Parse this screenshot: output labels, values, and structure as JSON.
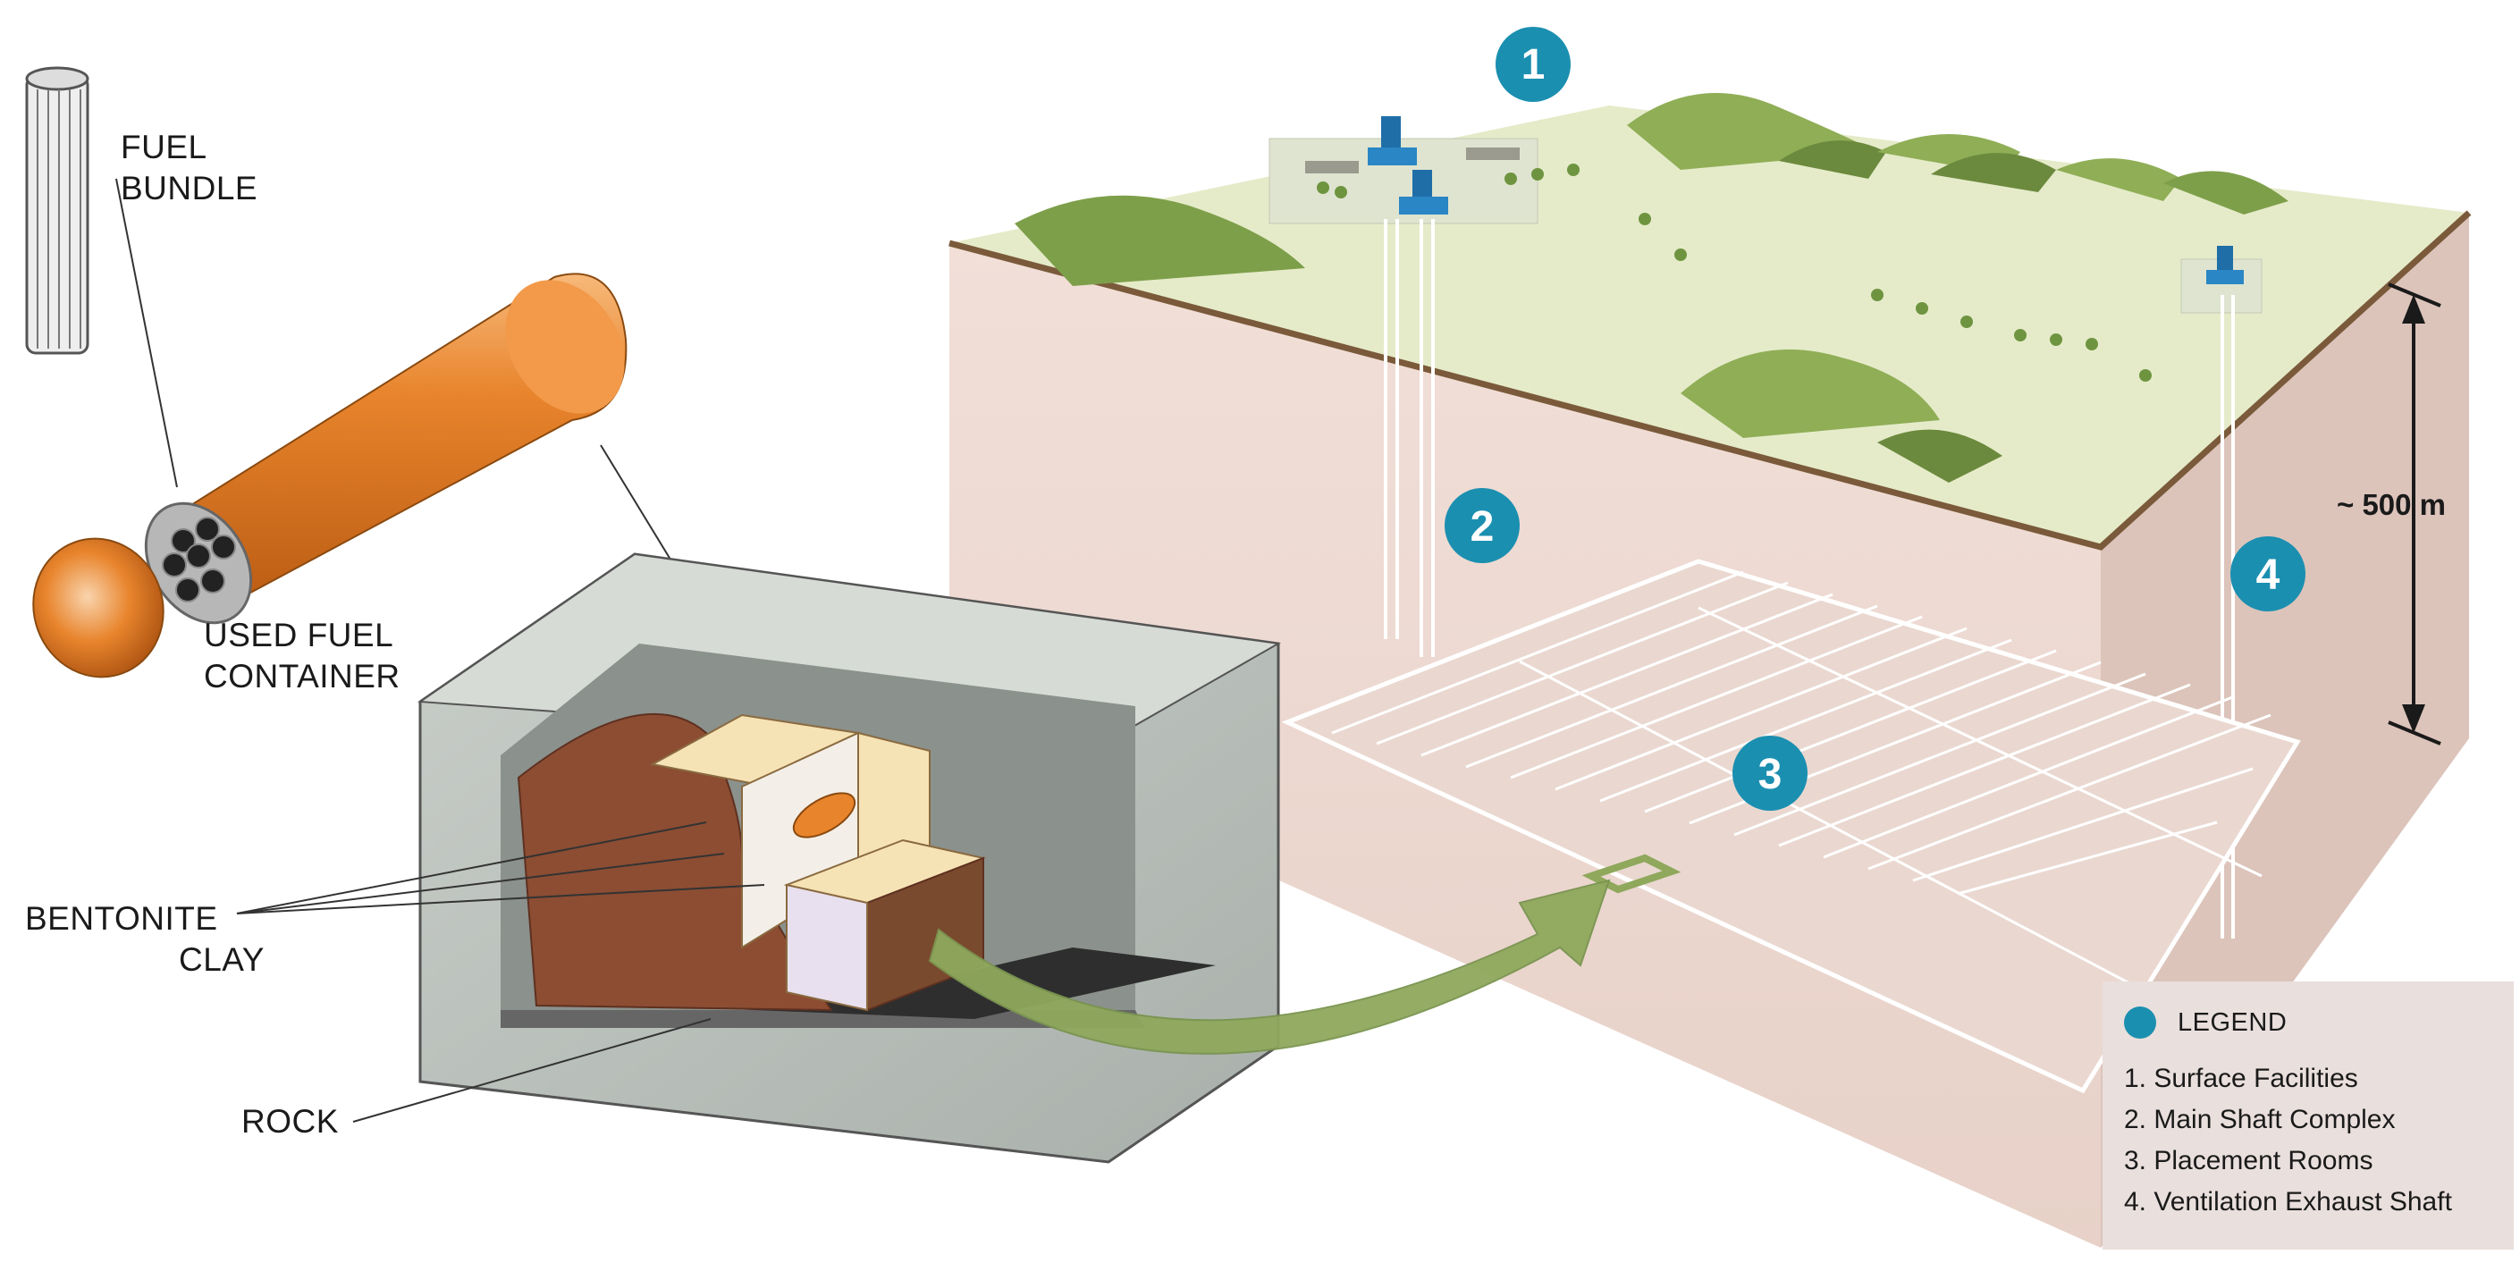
{
  "labels": {
    "fuel_bundle": [
      "FUEL",
      "BUNDLE"
    ],
    "container": [
      "USED FUEL",
      "CONTAINER"
    ],
    "bentonite": [
      "BENTONITE",
      "CLAY"
    ],
    "rock": "ROCK",
    "depth": "~ 500 m"
  },
  "badges": [
    "1",
    "2",
    "3",
    "4"
  ],
  "legend": {
    "title": "LEGEND",
    "items": [
      "1. Surface Facilities",
      "2. Main Shaft Complex",
      "3. Placement Rooms",
      "4. Ventilation Exhaust Shaft"
    ]
  },
  "colors": {
    "badge": "#1b8fb0",
    "surface": "#e5ebc9",
    "earth": "#efdcd5",
    "container": "#e8842c",
    "arrow": "#8fa85c"
  }
}
